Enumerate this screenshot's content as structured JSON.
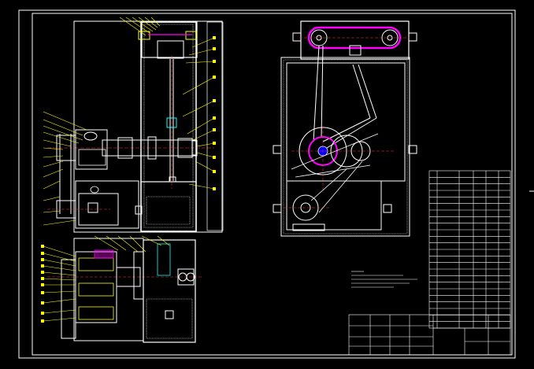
{
  "colors": {
    "background": "#000000",
    "frame": "#ffffff",
    "leader": "#ffff00",
    "belt": "#ff00ff",
    "center_line": "#ff3333",
    "housing": "#ffffff",
    "shaft": "#00ffff",
    "gear": "#ffff00"
  },
  "views": {
    "front_section": "front-section-view",
    "top_section": "top-section-view",
    "side_section": "side-section-view"
  },
  "notes": {
    "technical_requirements": []
  },
  "parts_list": {
    "rows": 24,
    "columns": 6
  },
  "title_block": {
    "cells": []
  }
}
